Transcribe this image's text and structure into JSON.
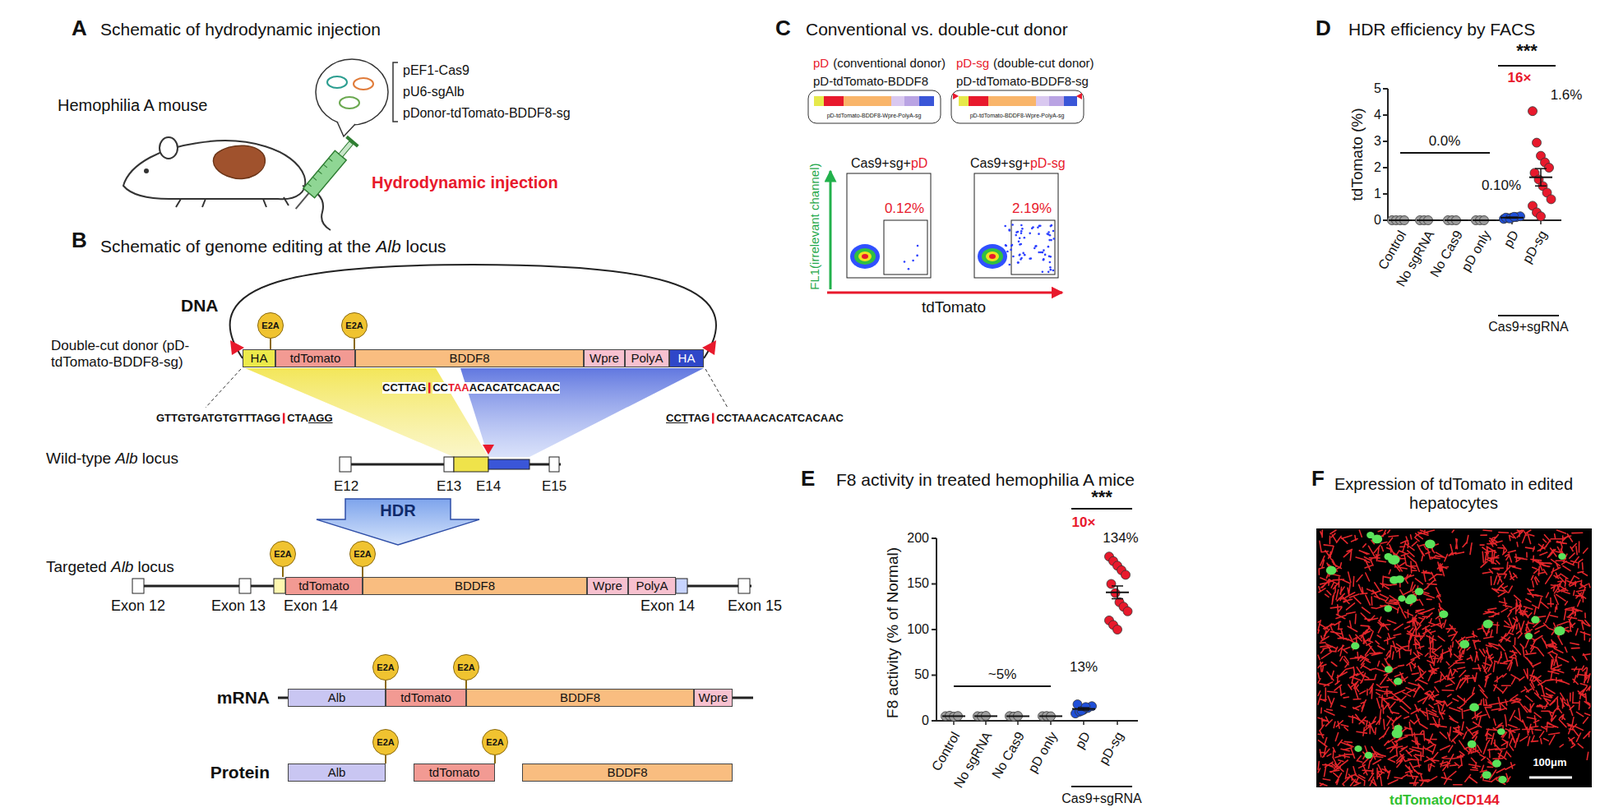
{
  "diagram": {
    "nodes": [
      {
        "text": [
          "HA"
        ]
      },
      {
        "text": [
          "tdTomato"
        ]
      },
      {
        "text": [
          "BDDF8"
        ]
      },
      {
        "text": [
          "Wpre"
        ]
      },
      {
        "text": [
          "PolyA"
        ]
      },
      {
        "text": [
          "HA"
        ]
      },
      {
        "text": [
          "E2A"
        ]
      },
      {
        "text": [
          "E2A"
        ]
      },
      {
        "text": [
          "HDR"
        ]
      },
      {
        "text": [
          "tdTomato"
        ]
      },
      {
        "text": [
          "BDDF8"
        ]
      },
      {
        "text": [
          "Wpre"
        ]
      },
      {
        "text": [
          "PolyA"
        ]
      },
      {
        "text": [
          "E2A"
        ]
      },
      {
        "text": [
          "E2A"
        ]
      },
      {
        "text": [
          "Alb"
        ]
      },
      {
        "text": [
          "tdTomato"
        ]
      },
      {
        "text": [
          "BDDF8"
        ]
      },
      {
        "text": [
          "Wpre"
        ]
      },
      {
        "text": [
          "E2A"
        ]
      },
      {
        "text": [
          "E2A"
        ]
      },
      {
        "text": [
          "Alb"
        ]
      },
      {
        "text": [
          "tdTomato"
        ]
      },
      {
        "text": [
          "BDDF8"
        ]
      },
      {
        "text": [
          "E2A"
        ]
      },
      {
        "text": [
          "E2A"
        ]
      }
    ],
    "labels": [
      "A",
      "Schematic of hydrodynamic injection",
      "Hemophilia A mouse",
      "pEF1-Cas9",
      "pU6-sgAlb",
      "pDonor-tdTomato-BDDF8-sg",
      "Hydrodynamic injection",
      "B",
      "Schematic of genome editing at the",
      "Alb",
      "locus",
      "DNA",
      "Double-cut donor (pD-tdTomato-BDDF8-sg)",
      "GTTGTGATGTGTTTAGG",
      "CTA",
      "AGG",
      "CCTTAG",
      "CC",
      "TAA",
      "ACACATCACAAC",
      "CCT",
      "TAG",
      "CCTAAACACATCACAAC",
      "Wild-type",
      "Alb",
      "locus",
      "E12",
      "E13",
      "E14",
      "E15",
      "Targeted",
      "Alb",
      "locus",
      "Exon 12",
      "Exon 13",
      "Exon 14",
      "Exon 14",
      "Exon 15",
      "mRNA",
      "Protein",
      "C",
      "Conventional vs. double-cut donor",
      "pD",
      "(conventional donor)",
      "pD-tdTomato-BDDF8",
      "pD-sg",
      "(double-cut donor)",
      "pD-tdTomato-BDDF8-sg",
      "pD-tdTomato-BDDF8-Wpre-PolyA-sg",
      "pD-tdTomato-BDDF8-Wpre-PolyA-sg",
      "Cas9+sg+",
      "pD",
      "Cas9+sg+",
      "pD-sg",
      "0.12%",
      "2.19%",
      "FL1(irrelevant channel)",
      "tdTomato",
      "D",
      "HDR efficiency by FACS",
      "0",
      "1",
      "2",
      "3",
      "4",
      "5",
      "tdTomato (%)",
      "Control",
      "No sgRNA",
      "No Cas9",
      "pD only",
      "pD",
      "pD-sg",
      "Cas9+sgRNA",
      "0.0%",
      "0.10%",
      "16×",
      "1.6%",
      "***",
      "E",
      "F8 activity in treated hemophilia A mice",
      "0",
      "50",
      "100",
      "150",
      "200",
      "F8 activity (% of Normal)",
      "Control",
      "No sgRNA",
      "No Cas9",
      "pD only",
      "pD",
      "pD-sg",
      "Cas9+sgRNA",
      "~5%",
      "13%",
      "10×",
      "134%",
      "***",
      "F",
      "Expression of tdTomato in edited hepatocytes",
      "tdTomato",
      "/CD144",
      "100μm"
    ]
  }
}
